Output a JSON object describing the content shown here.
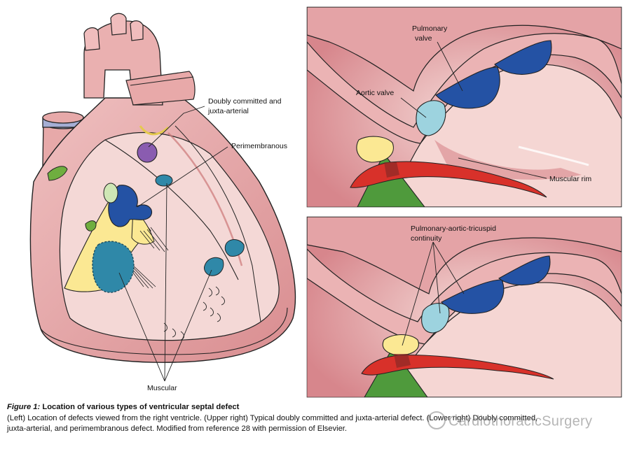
{
  "labels": {
    "doubly_committed": [
      "Doubly committed and",
      "juxta-arterial"
    ],
    "perimembranous": "Perimembranous",
    "muscular": "Muscular",
    "pulmonary_valve": [
      "Pulmonary",
      "valve"
    ],
    "aortic_valve": "Aortic valve",
    "muscular_rim": "Muscular rim",
    "pat_continuity": [
      "Pulmonary-aortic-tricuspid",
      "continuity"
    ]
  },
  "caption": {
    "figure_label": "Figure 1:",
    "title": "Location of various types of ventricular septal defect",
    "body_line1": "(Left) Location of defects viewed from the right ventricle.  (Upper right) Typical doubly committed and juxta-arterial defect. (Lower right) Doubly committed,",
    "body_line2": "juxta-arterial, and perimembranous defect. Modified from reference 28 with permission of Elsevier."
  },
  "watermark": "CardiothoracicSurgery",
  "colors": {
    "tissue": "#e6a9a9",
    "tissue_dark": "#c45a64",
    "tissue_light": "#f3d3d3",
    "vsd_blue": "#2f88a8",
    "valve_navy": "#2452a4",
    "valve_light": "#9dd3df",
    "tricuspid_yellow": "#fbe893",
    "septum_green": "#4f9a3c",
    "red_band": "#d8312a",
    "ring_blue": "#a5aed4"
  }
}
